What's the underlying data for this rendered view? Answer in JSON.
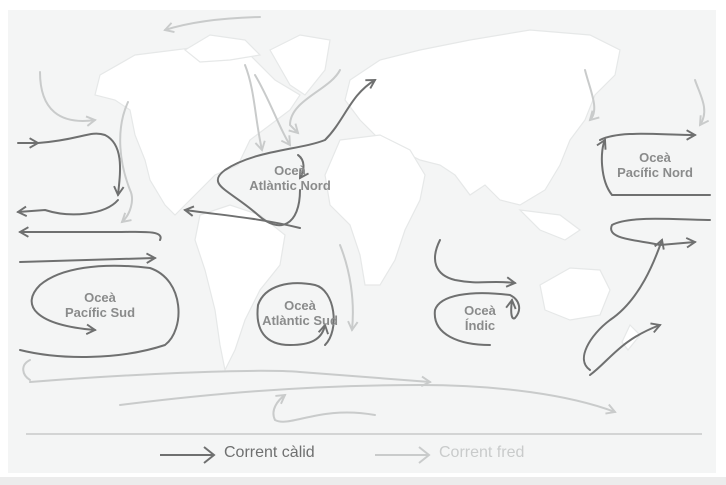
{
  "oceans": {
    "north_atlantic": {
      "line1": "Oceà",
      "line2": "Atlàntic Nord"
    },
    "north_pacific": {
      "line1": "Oceà",
      "line2": "Pacífic Nord"
    },
    "south_pacific": {
      "line1": "Oceà",
      "line2": "Pacífic Sud"
    },
    "south_atlantic": {
      "line1": "Oceà",
      "line2": "Atlàntic Sud"
    },
    "indian": {
      "line1": "Oceà",
      "line2": "Índic"
    }
  },
  "legend": {
    "warm": {
      "label": "Corrent càlid",
      "color": "#6f7070"
    },
    "cold": {
      "label": "Corrent fred",
      "color": "#c9cbcb"
    }
  }
}
